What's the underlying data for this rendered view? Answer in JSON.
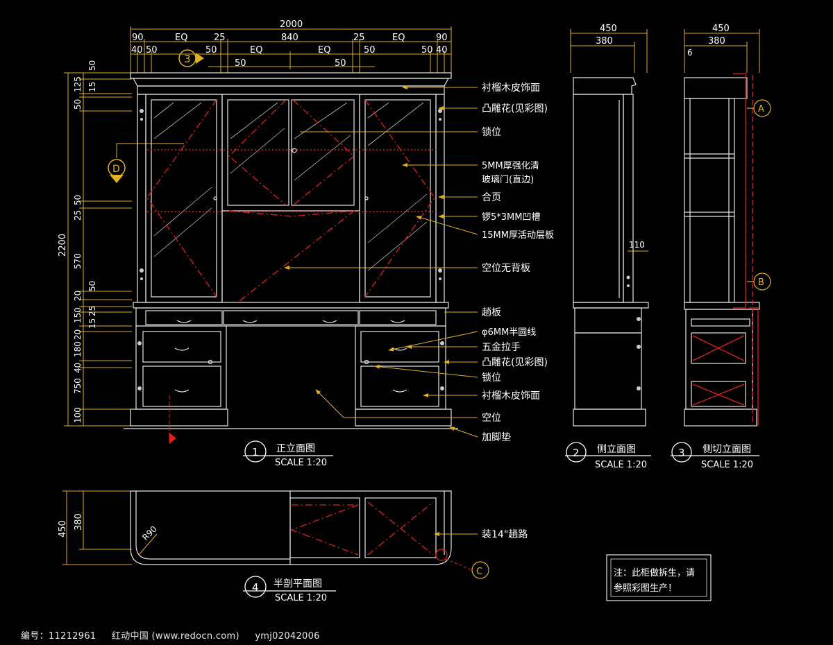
{
  "colors": {
    "background": "#000000",
    "lines": "#e6e6e6",
    "dims": "#e0b020",
    "hidden": "#e02020",
    "text": "#ffffff"
  },
  "front_elevation": {
    "top_dims_row1": [
      "90",
      "EQ",
      "25",
      "840",
      "25",
      "EQ",
      "90"
    ],
    "top_total": "2000",
    "top_dims_row2": [
      "40",
      "50",
      "50",
      "EQ",
      "EQ",
      "50",
      "50",
      "40"
    ],
    "top_dims_row3": [
      "50",
      "50"
    ],
    "left_total": "2200",
    "left_dims": [
      "50",
      "125",
      "15",
      "50",
      "25",
      "50",
      "570",
      "50",
      "20",
      "25",
      "150",
      "15",
      "20",
      "180",
      "40",
      "750",
      "100"
    ],
    "section_marks": [
      "3",
      "D"
    ],
    "callouts": [
      "衬榴木皮饰面",
      "凸雕花(见彩图)",
      "锁位",
      "5MM厚强化清",
      "玻璃门(直边)",
      "合页",
      "锣5*3MM凹槽",
      "15MM厚活动层板",
      "空位无背板",
      "趟板",
      "φ6MM半圆线",
      "五金拉手",
      "凸雕花(见彩图)",
      "锁位",
      "衬榴木皮饰面",
      "空位",
      "加脚垫"
    ],
    "title": {
      "number": "1",
      "name": "正立面图",
      "scale": "SCALE 1:20"
    }
  },
  "side_elevation": {
    "dims": [
      "450",
      "380"
    ],
    "inner_dim": "110",
    "title": {
      "number": "2",
      "name": "侧立面图",
      "scale": "SCALE 1:20"
    }
  },
  "side_section": {
    "dims": [
      "450",
      "380",
      "6"
    ],
    "markers": [
      "A",
      "B"
    ],
    "title": {
      "number": "3",
      "name": "侧切立面图",
      "scale": "SCALE 1:20"
    }
  },
  "plan": {
    "dims": [
      "450",
      "380"
    ],
    "radius": "R90",
    "callout": "装14\"趟路",
    "marker": "C",
    "title": {
      "number": "4",
      "name": "半剖平面图",
      "scale": "SCALE 1:20"
    }
  },
  "note": {
    "line1": "注：此柜做拆生，请",
    "line2": "参照彩图生产！"
  },
  "footer": {
    "id": "编号：11212961",
    "site": "红动中国 (www.redocn.com)",
    "author": "ymj02042006"
  }
}
